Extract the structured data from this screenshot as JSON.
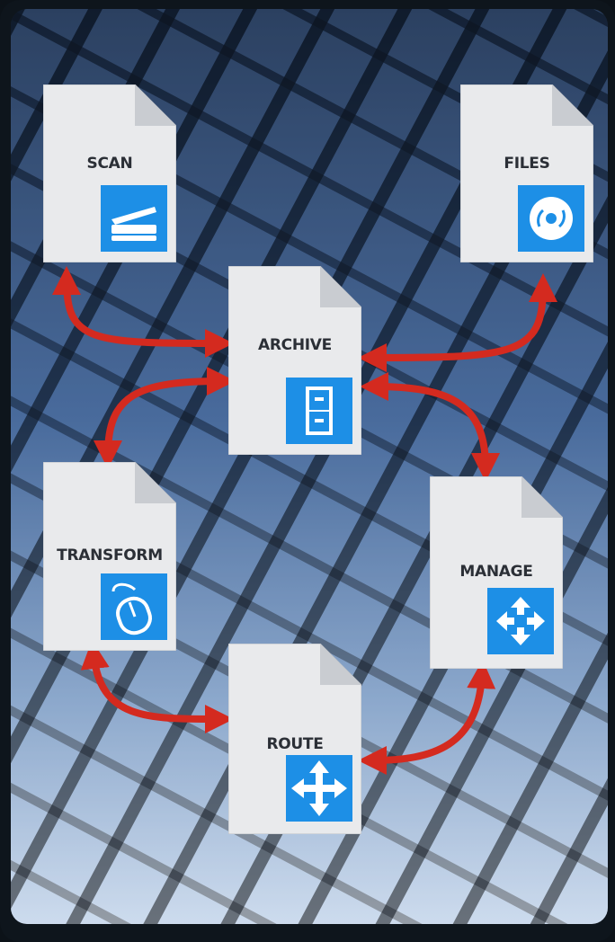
{
  "diagram": {
    "nodes": [
      {
        "id": "scan",
        "label": "SCAN",
        "icon": "scanner-icon"
      },
      {
        "id": "files",
        "label": "FILES",
        "icon": "disc-icon"
      },
      {
        "id": "archive",
        "label": "ARCHIVE",
        "icon": "filing-cabinet-icon"
      },
      {
        "id": "transform",
        "label": "TRANSFORM",
        "icon": "mouse-icon"
      },
      {
        "id": "manage",
        "label": "MANAGE",
        "icon": "cycle-arrows-icon"
      },
      {
        "id": "route",
        "label": "ROUTE",
        "icon": "move-arrows-icon"
      }
    ],
    "edges": [
      {
        "from": "scan",
        "to": "archive",
        "bidirectional": true
      },
      {
        "from": "files",
        "to": "archive",
        "bidirectional": true
      },
      {
        "from": "archive",
        "to": "transform",
        "bidirectional": true
      },
      {
        "from": "archive",
        "to": "manage",
        "bidirectional": true
      },
      {
        "from": "transform",
        "to": "route",
        "bidirectional": true
      },
      {
        "from": "manage",
        "to": "route",
        "bidirectional": true
      }
    ],
    "colors": {
      "arrow": "#d42a1f",
      "icon_background": "#1d8fe6",
      "page": "#e9eaec"
    }
  }
}
